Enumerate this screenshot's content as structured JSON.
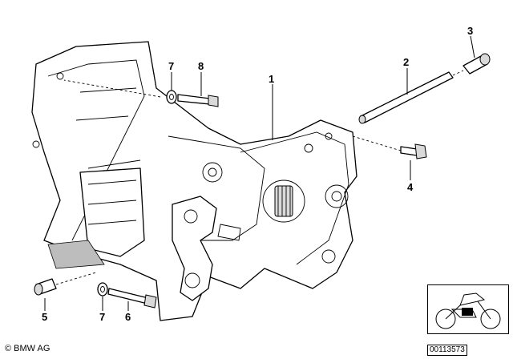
{
  "callouts": {
    "c1": "1",
    "c2": "2",
    "c3": "3",
    "c4": "4",
    "c5": "5",
    "c6": "6",
    "c7a": "7",
    "c7b": "7",
    "c8": "8"
  },
  "footer": {
    "copyright": "© BMW AG",
    "reference": "00113573"
  },
  "icons": {
    "thumbnail": "motorcycle-thumbnail-icon"
  }
}
